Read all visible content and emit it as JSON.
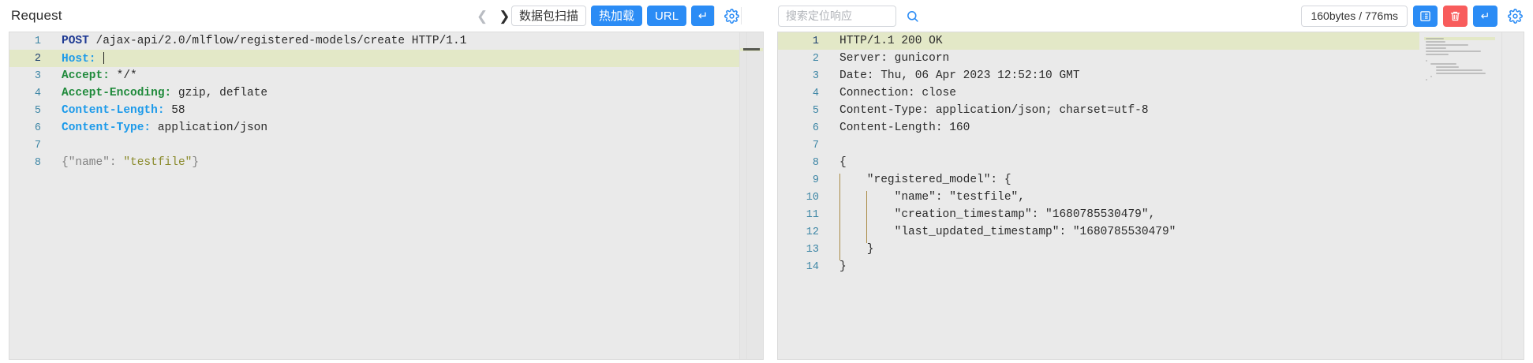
{
  "request_panel": {
    "title": "Request",
    "nav": {
      "prev_icon": "chevron-left-icon",
      "next_icon": "chevron-right-icon"
    },
    "buttons": {
      "scan": "数据包扫描",
      "hotload": "热加载",
      "url": "URL",
      "send_icon": "enter-return-icon",
      "settings_icon": "gear-icon"
    },
    "lines": [
      {
        "n": "1",
        "current": false
      },
      {
        "n": "2",
        "current": true
      },
      {
        "n": "3",
        "current": false
      },
      {
        "n": "4",
        "current": false
      },
      {
        "n": "5",
        "current": false
      },
      {
        "n": "6",
        "current": false
      },
      {
        "n": "7",
        "current": false
      },
      {
        "n": "8",
        "current": false
      }
    ],
    "code": {
      "l1_method": "POST",
      "l1_rest": " /ajax-api/2.0/mlflow/registered-models/create HTTP/1.1",
      "l2_key": "Host:",
      "l2_val": " ",
      "l3_key": "Accept:",
      "l3_val": " */*",
      "l4_key": "Accept-Encoding:",
      "l4_val": " gzip, deflate",
      "l5_key": "Content-Length:",
      "l5_val": " 58",
      "l6_key": "Content-Type:",
      "l6_val": " application/json",
      "l7": "",
      "l8_open": "{",
      "l8_key": "\"name\"",
      "l8_colon": ": ",
      "l8_str": "\"testfile\"",
      "l8_close": "}"
    }
  },
  "response_panel": {
    "search": {
      "placeholder": "搜索定位响应",
      "value": "",
      "icon": "search-icon"
    },
    "meta": "160bytes / 776ms",
    "buttons": {
      "format_icon": "list-format-icon",
      "delete_icon": "trash-icon",
      "send_icon": "enter-return-icon",
      "settings_icon": "gear-icon"
    },
    "lines": [
      {
        "n": "1",
        "current": true,
        "text": "HTTP/1.1 200 OK",
        "guides": 0
      },
      {
        "n": "2",
        "current": false,
        "text": "Server: gunicorn",
        "guides": 0
      },
      {
        "n": "3",
        "current": false,
        "text": "Date: Thu, 06 Apr 2023 12:52:10 GMT",
        "guides": 0
      },
      {
        "n": "4",
        "current": false,
        "text": "Connection: close",
        "guides": 0
      },
      {
        "n": "5",
        "current": false,
        "text": "Content-Type: application/json; charset=utf-8",
        "guides": 0
      },
      {
        "n": "6",
        "current": false,
        "text": "Content-Length: 160",
        "guides": 0
      },
      {
        "n": "7",
        "current": false,
        "text": "",
        "guides": 0
      },
      {
        "n": "8",
        "current": false,
        "text": "{",
        "guides": 0
      },
      {
        "n": "9",
        "current": false,
        "text": "    \"registered_model\": {",
        "guides": 1
      },
      {
        "n": "10",
        "current": false,
        "text": "        \"name\": \"testfile\",",
        "guides": 2
      },
      {
        "n": "11",
        "current": false,
        "text": "        \"creation_timestamp\": \"1680785530479\",",
        "guides": 2
      },
      {
        "n": "12",
        "current": false,
        "text": "        \"last_updated_timestamp\": \"1680785530479\"",
        "guides": 2
      },
      {
        "n": "13",
        "current": false,
        "text": "    }",
        "guides": 1
      },
      {
        "n": "14",
        "current": false,
        "text": "}",
        "guides": 0
      }
    ]
  },
  "colors": {
    "accent_blue": "#2b8cf5",
    "danger_red": "#f85c5c",
    "editor_bg": "#eaeaea",
    "current_line": "#e3e8c7",
    "gutter_text": "#3f87a6",
    "indent_guide": "#a98b46"
  }
}
